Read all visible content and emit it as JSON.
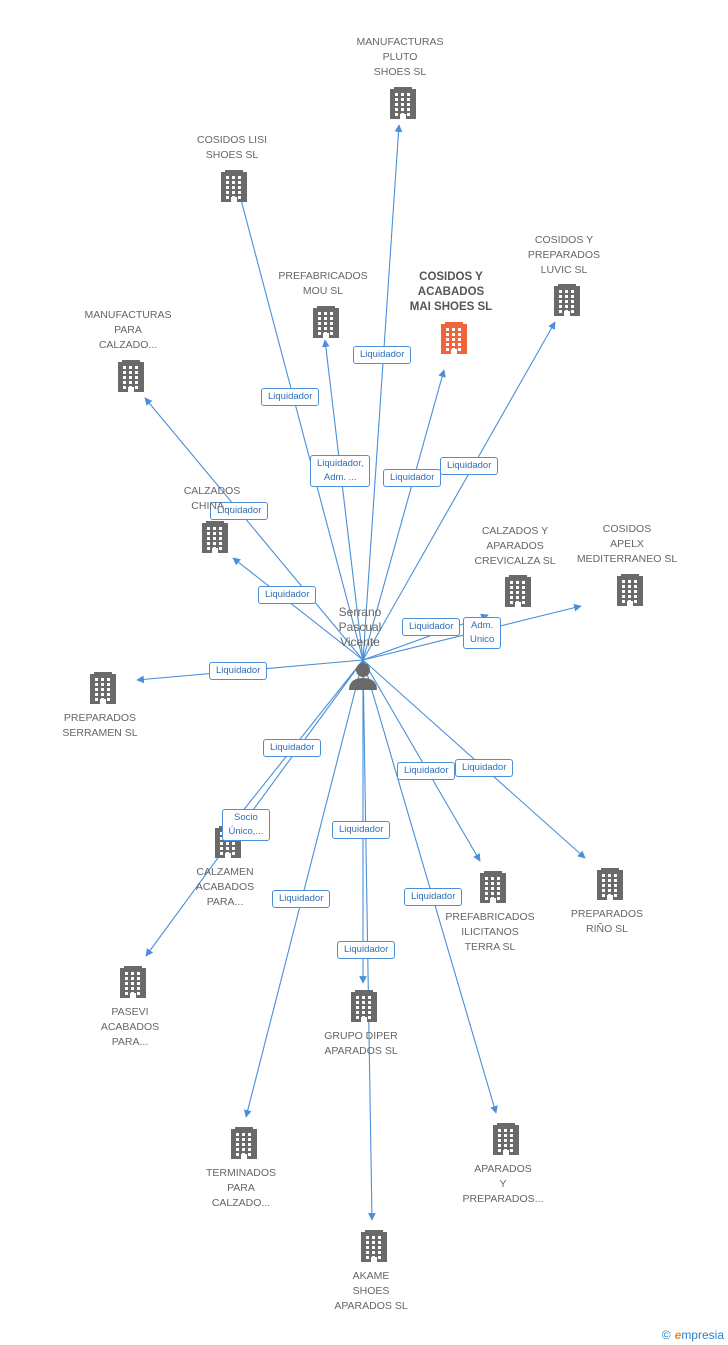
{
  "colors": {
    "edge": "#4a8fd8",
    "building": "#6a6a6a",
    "building_focus": "#f0643c",
    "person": "#6a6a6a",
    "label": "#2f6db5"
  },
  "center": {
    "name_lines": [
      "Serrano",
      "Pascual",
      "Vicente"
    ],
    "icon": "person-icon"
  },
  "companies": [
    {
      "id": "pluto",
      "lines": [
        "MANUFACTURAS",
        "PLUTO",
        "SHOES SL"
      ],
      "focus": false
    },
    {
      "id": "lisi",
      "lines": [
        "COSIDOS LISI",
        "SHOES SL"
      ],
      "focus": false
    },
    {
      "id": "luvic",
      "lines": [
        "COSIDOS Y",
        "PREPARADOS",
        "LUVIC SL"
      ],
      "focus": false
    },
    {
      "id": "mou",
      "lines": [
        "PREFABRICADOS",
        "MOU SL"
      ],
      "focus": false
    },
    {
      "id": "mai",
      "lines": [
        "COSIDOS Y",
        "ACABADOS",
        "MAI SHOES SL"
      ],
      "focus": true
    },
    {
      "id": "manuf-calzado",
      "lines": [
        "MANUFACTURAS",
        "PARA",
        "CALZADO..."
      ],
      "focus": false
    },
    {
      "id": "china",
      "lines": [
        "CALZADOS",
        "CHINA..."
      ],
      "focus": false
    },
    {
      "id": "crevicalza",
      "lines": [
        "CALZADOS Y",
        "APARADOS",
        "CREVICALZA SL"
      ],
      "focus": false
    },
    {
      "id": "apelx",
      "lines": [
        "COSIDOS",
        "APELX",
        "MEDITERRANEO SL"
      ],
      "focus": false
    },
    {
      "id": "serramen",
      "lines": [
        "PREPARADOS",
        "SERRAMEN SL"
      ],
      "focus": false
    },
    {
      "id": "calzamen",
      "lines": [
        "CALZAMEN",
        "ACABADOS",
        "PARA..."
      ],
      "focus": false
    },
    {
      "id": "ilicitanos",
      "lines": [
        "PREFABRICADOS",
        "ILICITANOS",
        "TERRA SL"
      ],
      "focus": false
    },
    {
      "id": "rino",
      "lines": [
        "PREPARADOS",
        "RIÑO SL"
      ],
      "focus": false
    },
    {
      "id": "pasevi",
      "lines": [
        "PASEVI",
        "ACABADOS",
        "PARA..."
      ],
      "focus": false
    },
    {
      "id": "diper",
      "lines": [
        "GRUPO DIPER",
        "APARADOS SL"
      ],
      "focus": false
    },
    {
      "id": "terminados",
      "lines": [
        "TERMINADOS",
        "PARA",
        "CALZADO..."
      ],
      "focus": false
    },
    {
      "id": "aparados-prep",
      "lines": [
        "APARADOS",
        "Y",
        "PREPARADOS..."
      ],
      "focus": false
    },
    {
      "id": "akame",
      "lines": [
        "AKAME",
        "SHOES",
        "APARADOS SL"
      ],
      "focus": false
    }
  ],
  "edges": [
    {
      "to": "pluto",
      "label_lines": [
        "Liquidador"
      ]
    },
    {
      "to": "lisi",
      "label_lines": [
        "Liquidador"
      ]
    },
    {
      "to": "mou",
      "label_lines": [
        "Liquidador,",
        "Adm. ..."
      ]
    },
    {
      "to": "mai",
      "label_lines": [
        "Liquidador"
      ]
    },
    {
      "to": "luvic",
      "label_lines": [
        "Liquidador"
      ]
    },
    {
      "to": "manuf-calzado",
      "label_lines": [
        "Liquidador"
      ]
    },
    {
      "to": "china",
      "label_lines": [
        "Liquidador"
      ]
    },
    {
      "to": "crevicalza",
      "label_lines": [
        "Liquidador"
      ]
    },
    {
      "to": "apelx",
      "label_lines": [
        "Adm.",
        "Unico"
      ]
    },
    {
      "to": "serramen",
      "label_lines": [
        "Liquidador"
      ]
    },
    {
      "to": "calzamen",
      "label_lines": [
        "Liquidador"
      ]
    },
    {
      "to": "pasevi",
      "label_lines": [
        "Socio",
        "Único,..."
      ]
    },
    {
      "to": "ilicitanos",
      "label_lines": [
        "Liquidador"
      ]
    },
    {
      "to": "rino",
      "label_lines": [
        "Liquidador"
      ]
    },
    {
      "to": "diper",
      "label_lines": [
        "Liquidador"
      ]
    },
    {
      "to": "terminados",
      "label_lines": [
        "Liquidador"
      ]
    },
    {
      "to": "aparados-prep",
      "label_lines": [
        "Liquidador"
      ]
    },
    {
      "to": "akame",
      "label_lines": [
        "Liquidador"
      ]
    }
  ],
  "brand": {
    "copyright": "©",
    "first_letter": "e",
    "rest": "mpresia"
  }
}
